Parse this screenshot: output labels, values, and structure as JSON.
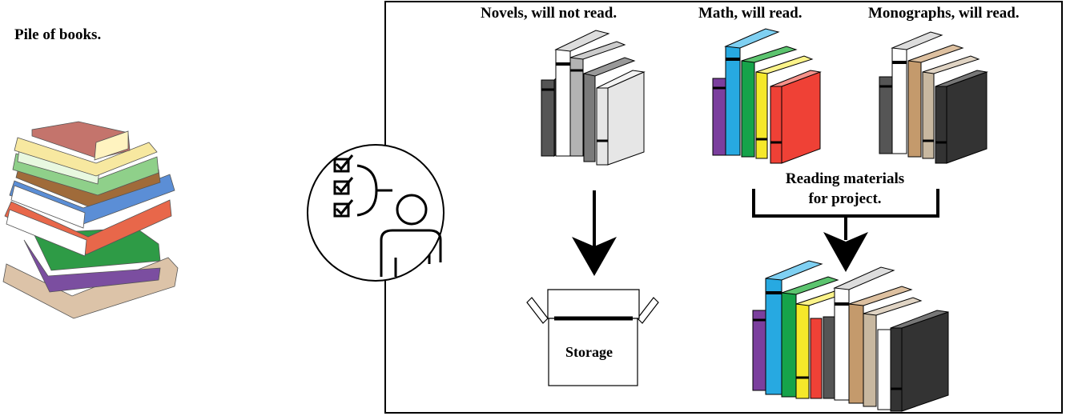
{
  "labels": {
    "pile": "Pile of books.",
    "novels": "Novels, will not read.",
    "math": "Math, will read.",
    "monographs": "Monographs, will read.",
    "reading_line1": "Reading materials",
    "reading_line2": "for project.",
    "storage": "Storage"
  },
  "icons": [
    "book-pile-icon",
    "checklist-person-icon",
    "book-group-icon",
    "storage-box-icon",
    "arrow-down-icon",
    "bracket-icon"
  ],
  "colors": {
    "novels": [
      "#555555",
      "#ffffff",
      "#b3b3b3",
      "#7a7a7a",
      "#e6e6e6"
    ],
    "math": [
      "#7b3f9e",
      "#27a9e1",
      "#16a34a",
      "#f5e82a",
      "#ef4136"
    ],
    "monographs": [
      "#555555",
      "#ffffff",
      "#c49a6c",
      "#c8b8a0",
      "#333333"
    ]
  }
}
